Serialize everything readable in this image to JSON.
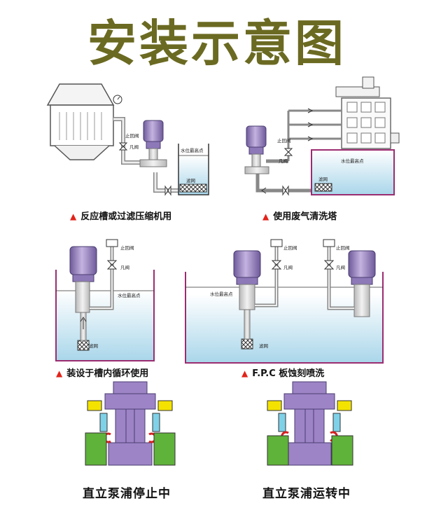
{
  "title": "安装示意图",
  "colors": {
    "title": "#6b6a22",
    "triangle": "#e2231a",
    "pump_body": "#9d84c6",
    "pump_dark": "#6e5a9a",
    "water_top": "#ffffff",
    "water_bottom": "#a9d6ea",
    "tank_wall": "#9b2c70",
    "pipe": "#d8d8d8",
    "yellow": "#f4e300",
    "green": "#5fb23a",
    "cyan": "#7fd1e8",
    "red": "#d62020"
  },
  "panels": {
    "p1": {
      "caption": "反应槽或过滤压缩机用",
      "check_valve": "止回阀",
      "valve": "凡阀",
      "water_level": "水位最高点",
      "filter": "滤网"
    },
    "p2": {
      "caption": "使用废气清洗塔",
      "check_valve": "止回阀",
      "valve": "凡阀",
      "water_level": "水位最高点",
      "filter": "滤网"
    },
    "p3": {
      "caption": "装设于槽内循环使用",
      "check_valve": "止回阀",
      "valve": "凡阀",
      "water_level": "水位最高点",
      "filter": "滤网"
    },
    "p4": {
      "caption": "F.P.C 板蚀刻喷洗",
      "check_valve_left": "止回阀",
      "valve_left": "凡阀",
      "check_valve_right": "止回阀",
      "valve_right": "凡阀",
      "water_level": "水位最高点",
      "filter": "滤网"
    },
    "p5": {
      "caption": "直立泵浦停止中"
    },
    "p6": {
      "caption": "直立泵浦运转中"
    }
  },
  "icons": {
    "caption_marker": "red-triangle-icon",
    "pressure_gauge": "gauge-icon"
  }
}
